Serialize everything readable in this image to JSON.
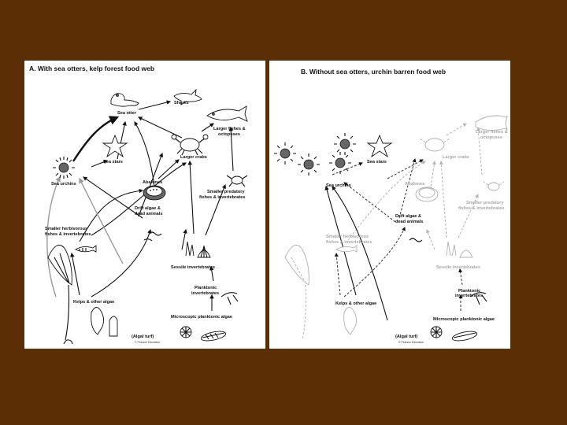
{
  "panel_a": {
    "title": "A. With sea otters, kelp forest food web",
    "labels": {
      "sharks": "Sharks",
      "sea_otter": "Sea otter",
      "larger_fishes_1": "Larger fishes &",
      "larger_fishes_2": "octopuses",
      "sea_stars": "Sea stars",
      "larger_crabs": "Larger crabs",
      "sea_urchins": "Sea urchins",
      "abalones": "Abalones",
      "smaller_predatory_1": "Smaller predatory",
      "smaller_predatory_2": "fishes & invertebrates",
      "drift_algae_1": "Drift algae &",
      "drift_algae_2": "dead animals",
      "smaller_herbivorous_1": "Smaller herbivorous",
      "smaller_herbivorous_2": "fishes & invertebrates",
      "sessile": "Sessile invertebrates",
      "planktonic_1": "Planktonic",
      "planktonic_2": "invertebrates",
      "kelps": "Kelps & other algae",
      "microscopic": "Microscopic planktonic algae",
      "algal_turf": "(Algal turf)",
      "credit": "© Pearson Education"
    }
  },
  "panel_b": {
    "title": "B. Without sea otters, urchin barren food web",
    "labels": {
      "larger_fishes_1": "Larger fishes &",
      "larger_fishes_2": "octopuses",
      "sea_stars": "Sea stars",
      "larger_crabs": "Larger crabs",
      "sea_urchins": "Sea urchins",
      "abalones": "Abalones",
      "smaller_predatory_1": "Smaller predatory",
      "smaller_predatory_2": "fishes & invertebrates",
      "drift_algae_1": "Drift algae &",
      "drift_algae_2": "dead animals",
      "smaller_herbivorous_1": "Smaller herbivorous",
      "smaller_herbivorous_2": "fishes & invertebrates",
      "sessile": "Sessile invertebrates",
      "planktonic_1": "Planktonic",
      "planktonic_2": "invertebrates",
      "kelps": "Kelps & other algae",
      "microscopic": "Microscopic planktonic algae",
      "algal_turf": "(Algal turf)",
      "credit": "© Pearson Education"
    }
  },
  "colors": {
    "background": "#5c2e06",
    "panel": "#ffffff",
    "ink": "#111111",
    "faded": "#a8a8a8"
  }
}
